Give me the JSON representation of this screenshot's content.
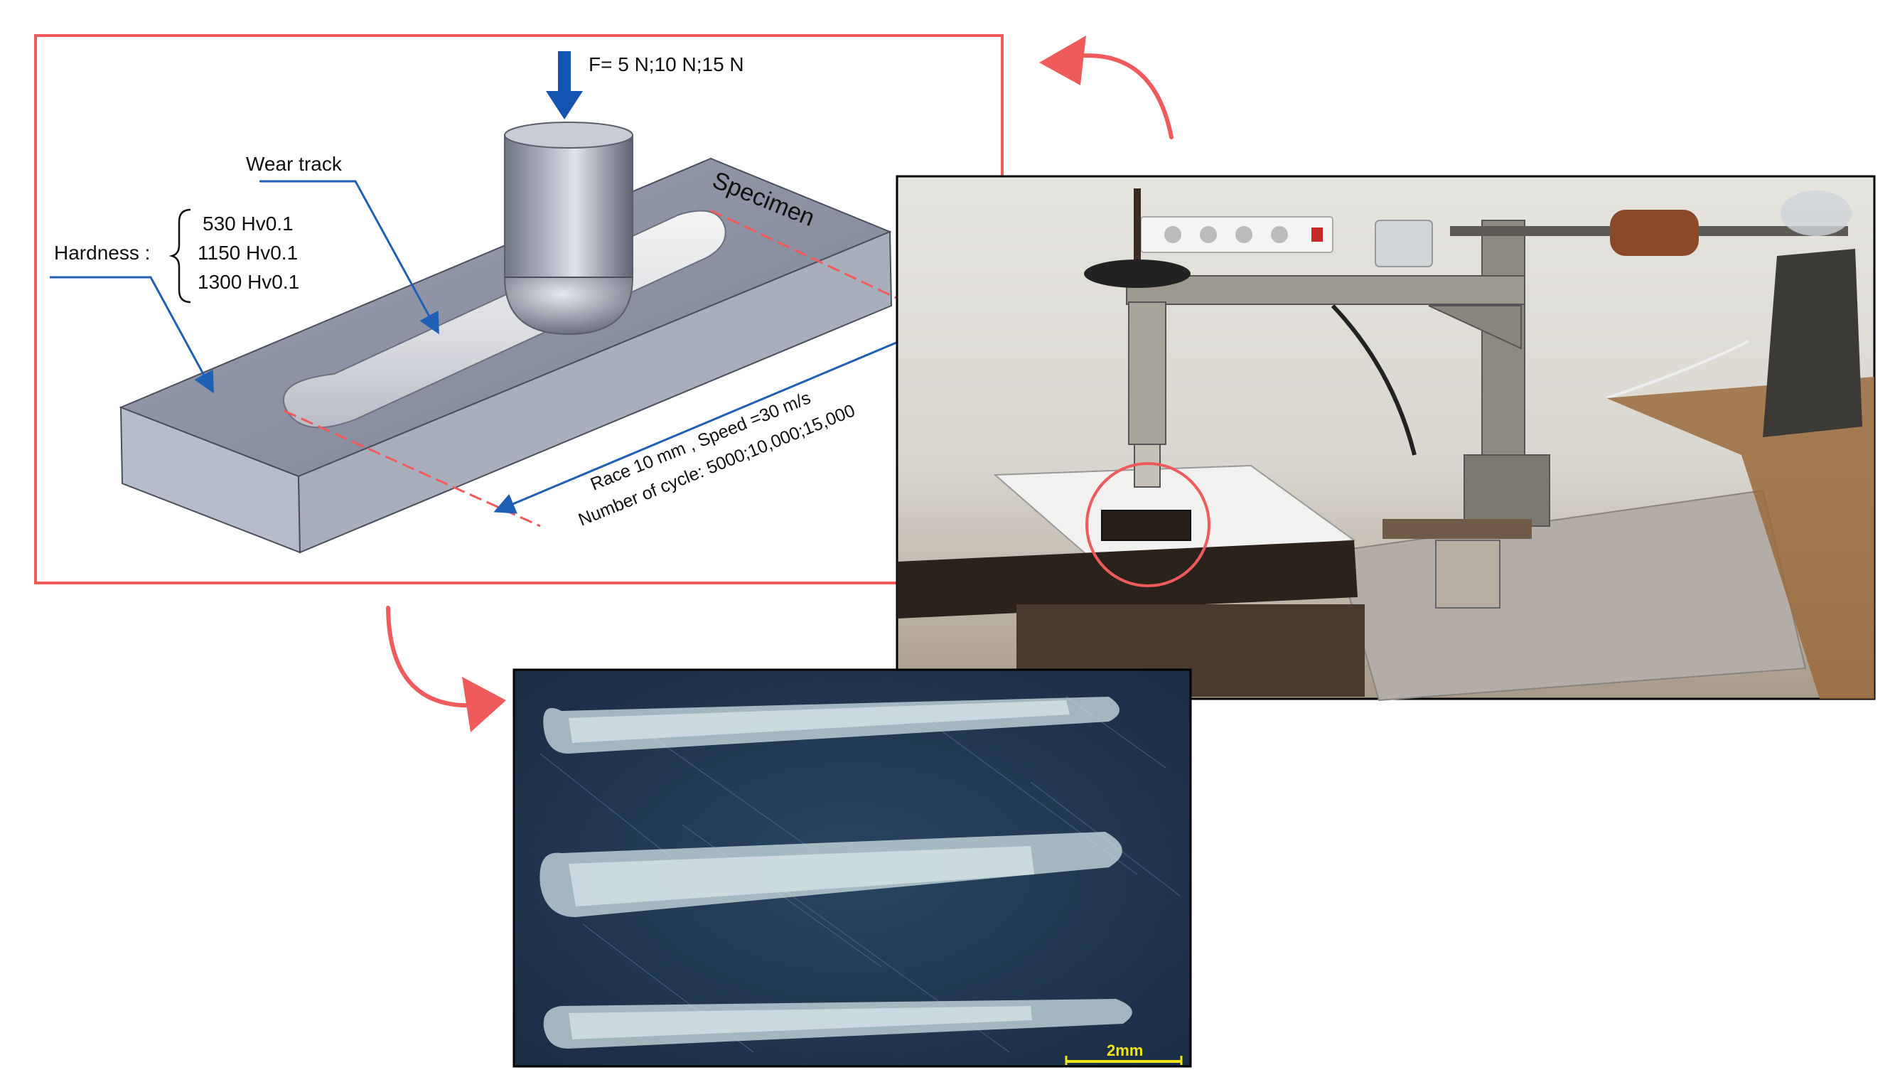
{
  "labels": {
    "force": "F= 5 N;10 N;15 N",
    "wear_track": "Wear track",
    "hardness_title": "Hardness :",
    "hardness_values": [
      "530 Hv0.1",
      "1150 Hv0.1",
      "1300 Hv0.1"
    ],
    "specimen": "Specimen",
    "race_speed": "Race 10 mm , Speed =30 m/s",
    "cycles": "Number of cycle: 5000;10,000;15,000",
    "scale_bar": "2mm"
  },
  "colors": {
    "frame_red": "#ef5b5b",
    "leader_blue": "#1f5fb5",
    "force_arrow_blue": "#1553b0",
    "specimen_top": "#8d93a4",
    "specimen_side": "#b7bcca",
    "micrograph_bg": "#1e3248",
    "scale_yellow": "#f2e21a"
  },
  "icons": [
    "down-arrow-icon",
    "curved-arrow-icon"
  ]
}
